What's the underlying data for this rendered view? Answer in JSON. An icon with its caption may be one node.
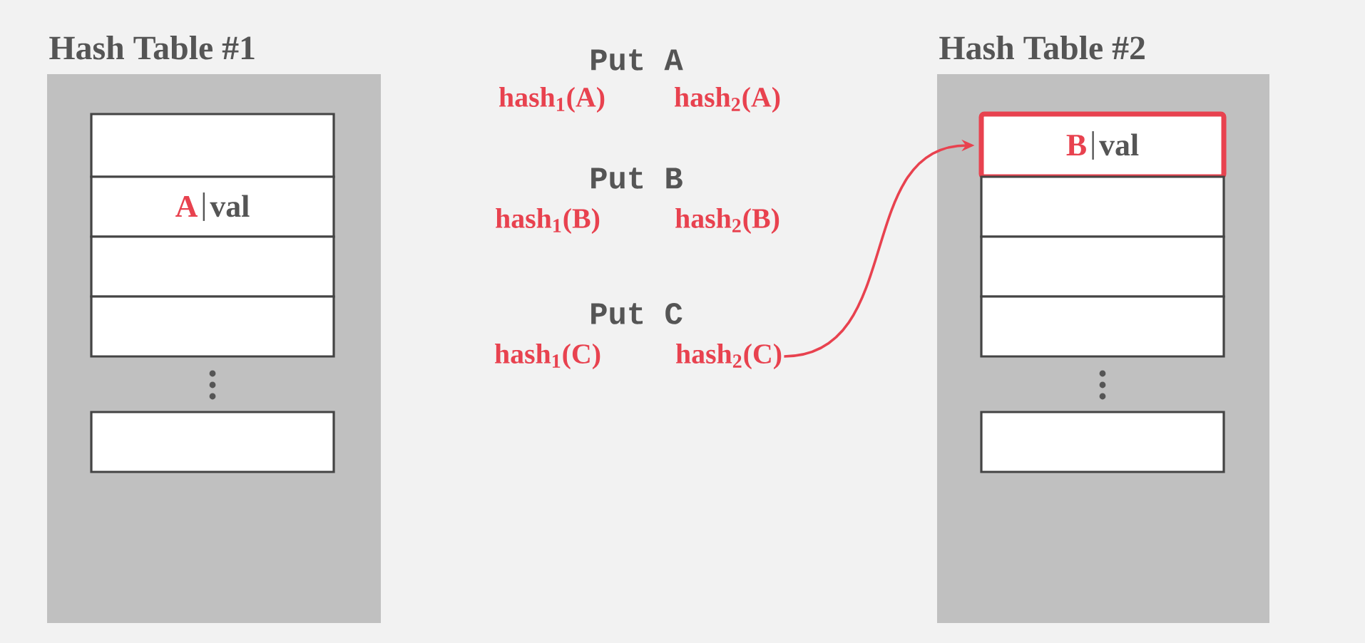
{
  "diagram": {
    "nodes": [
      {
        "text": [
          "Hash Table #1"
        ]
      },
      {
        "text": [],
        "shape": "box",
        "in": 0
      },
      {
        "text": [
          "A",
          "val"
        ],
        "in": 0
      },
      {
        "text": [],
        "shape": "box",
        "in": 0
      },
      {
        "text": [],
        "shape": "box",
        "in": 0
      },
      {
        "text": [],
        "shape": "box",
        "in": 0
      },
      {
        "text": [
          "Hash Table #2"
        ]
      },
      {
        "text": [
          "B",
          "val"
        ],
        "in": 6
      },
      {
        "text": [],
        "shape": "box",
        "in": 6
      },
      {
        "text": [],
        "shape": "box",
        "in": 6
      },
      {
        "text": [],
        "shape": "box",
        "in": 6
      },
      {
        "text": [],
        "shape": "box",
        "in": 6
      },
      {
        "text": [
          "hash$_{2}$(C)"
        ]
      }
    ],
    "edges": [
      {
        "from": 12,
        "to": 7,
        "arrow": "to",
        "color": "#e8424f"
      }
    ],
    "labels": [
      "Put A",
      "hash$_{1}$(A)",
      "hash$_{2}$(A)",
      "Put B",
      "hash$_{1}$(B)",
      "hash$_{2}$(B)",
      "Put C",
      "hash$_{1}$(C)"
    ]
  }
}
